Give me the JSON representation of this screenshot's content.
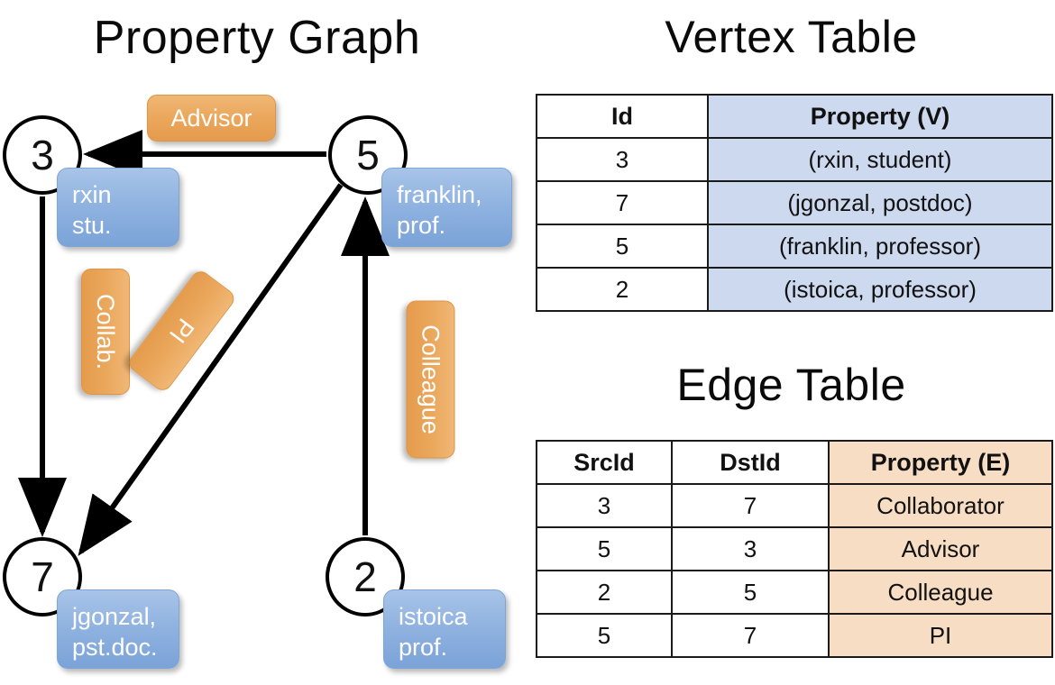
{
  "titles": {
    "property_graph": "Property Graph",
    "vertex_table": "Vertex Table",
    "edge_table": "Edge Table"
  },
  "graph": {
    "nodes": [
      {
        "id": "3",
        "property_lines": [
          "rxin",
          "stu."
        ]
      },
      {
        "id": "5",
        "property_lines": [
          "franklin,",
          "prof."
        ]
      },
      {
        "id": "7",
        "property_lines": [
          "jgonzal,",
          "pst.doc."
        ]
      },
      {
        "id": "2",
        "property_lines": [
          "istoica",
          "prof."
        ]
      }
    ],
    "edge_labels": [
      {
        "key": "advisor",
        "text": "Advisor"
      },
      {
        "key": "collab",
        "text": "Collab."
      },
      {
        "key": "pi",
        "text": "PI"
      },
      {
        "key": "colleague",
        "text": "Colleague"
      }
    ],
    "edges": [
      {
        "from": "5",
        "to": "3",
        "label": "Advisor"
      },
      {
        "from": "3",
        "to": "7",
        "label": "Collab."
      },
      {
        "from": "5",
        "to": "7",
        "label": "PI"
      },
      {
        "from": "2",
        "to": "5",
        "label": "Colleague"
      }
    ]
  },
  "vertex_table": {
    "headers": [
      "Id",
      "Property (V)"
    ],
    "rows": [
      {
        "id": "3",
        "property": "(rxin, student)"
      },
      {
        "id": "7",
        "property": "(jgonzal, postdoc)"
      },
      {
        "id": "5",
        "property": "(franklin, professor)"
      },
      {
        "id": "2",
        "property": "(istoica, professor)"
      }
    ]
  },
  "edge_table": {
    "headers": [
      "SrcId",
      "DstId",
      "Property (E)"
    ],
    "rows": [
      {
        "src": "3",
        "dst": "7",
        "property": "Collaborator"
      },
      {
        "src": "5",
        "dst": "3",
        "property": "Advisor"
      },
      {
        "src": "2",
        "dst": "5",
        "property": "Colleague"
      },
      {
        "src": "5",
        "dst": "7",
        "property": "PI"
      }
    ]
  },
  "colors": {
    "vertex_property_fill": "#ccd9ee",
    "edge_property_fill": "#f7ddc3",
    "node_box_blue": "#8fb2e0",
    "edge_label_orange": "#eaa75c",
    "stroke": "#000000",
    "background": "#ffffff"
  }
}
